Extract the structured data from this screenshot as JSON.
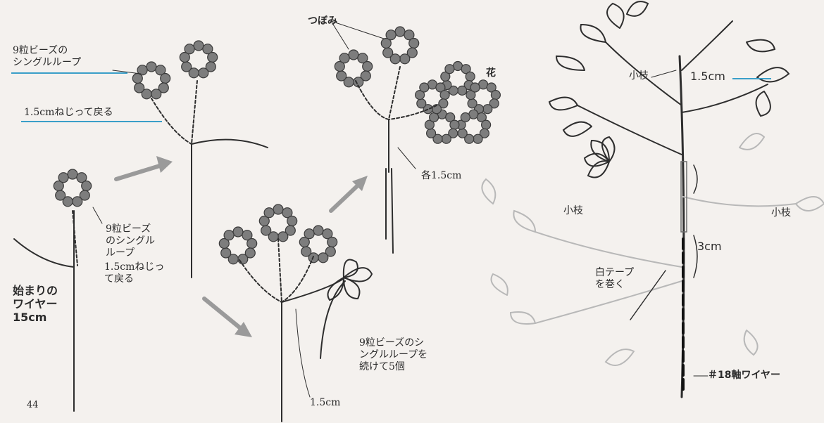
{
  "page_number": "44",
  "labels": {
    "single_loop_9": "9粒ビーズの\nシングルループ",
    "twist_back_15cm": "1.5cmねじって戻る",
    "single_loop_9_b": "9粒ビーズ\nのシングル\nループ",
    "twist_back_15cm_b": "1.5cmねじっ\nて戻る",
    "start_wire": "始まりの\nワイヤー\n15cm",
    "bud": "つぼみ",
    "flower": "花",
    "each_15cm": "各1.5cm",
    "continue_5": "9粒ビーズのシ\nングルループを\n続けて5個",
    "len_15cm_bottom": "1.5cm",
    "twig_top": "小枝",
    "len_15cm_tree": "1.5cm",
    "twig_left": "小枝",
    "twig_right": "小枝",
    "len_3cm": "3cm",
    "wrap_white_tape": "白テープ\nを巻く",
    "wire_18": "＃18軸ワイヤー"
  },
  "colors": {
    "bead_fill": "#7d7d7d",
    "bead_edge": "#3a3a3a",
    "line": "#2e2e2e",
    "arrow": "#9a9a9a",
    "pale": "#b8b8b8",
    "callout_blue": "#3a9fc9"
  }
}
